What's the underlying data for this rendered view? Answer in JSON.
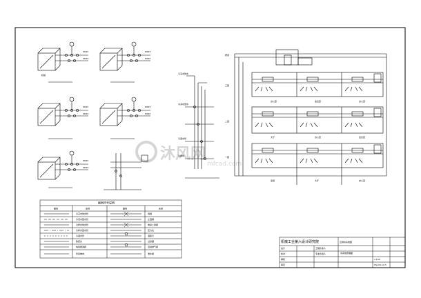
{
  "legend": {
    "title": "图例符号说明",
    "headers": [
      "图例",
      "名称",
      "图例",
      "名称"
    ],
    "rows": [
      [
        "",
        "冷冻水供水管",
        "",
        "闸阀"
      ],
      [
        "",
        "冷冻水回水管",
        "",
        "止回阀"
      ],
      [
        "",
        "冷却水供水管",
        "",
        "电动二通阀"
      ],
      [
        "",
        "冷却水回水管",
        "",
        "压力表"
      ],
      [
        "",
        "冷凝水管",
        "",
        "温度计"
      ],
      [
        "",
        "软接头",
        "",
        "过滤器"
      ],
      [
        "",
        "电动两通阀",
        "",
        "自动排气阀"
      ],
      [
        "",
        "管道坡向",
        "",
        "泄水阀"
      ]
    ]
  },
  "units": {
    "labels": [
      "DN25",
      "DN20",
      "DN25",
      "DN20",
      "DN25",
      "DN20",
      "DN25",
      "DN20",
      "DN25",
      "DN20"
    ],
    "ahu_label": "机组"
  },
  "riser": {
    "labels": [
      "冷冻水供水",
      "冷冻水回水",
      "冷凝水管",
      "冷却水"
    ]
  },
  "system": {
    "floor_labels": [
      "屋顶",
      "三层",
      "二层",
      "一层"
    ],
    "room_labels": [
      "办公室",
      "会议室",
      "办公室",
      "大厅",
      "办公室",
      "会议室",
      "走廊",
      "大厅",
      "办公室"
    ]
  },
  "title_block": {
    "company": "机械工业第六设计研究院",
    "project": "空调水系统图",
    "drawing_title": "水系统原理图",
    "drawing_no": "DSJ-04-12-5",
    "scale": "1:100",
    "fields": [
      "设计",
      "校对",
      "审核",
      "审定",
      "工程负责人",
      "专业负责人"
    ]
  },
  "watermark": {
    "text": "沐风网",
    "url": "mfcad.com"
  },
  "colors": {
    "line": "#000000",
    "watermark": "#d5d5d5"
  }
}
